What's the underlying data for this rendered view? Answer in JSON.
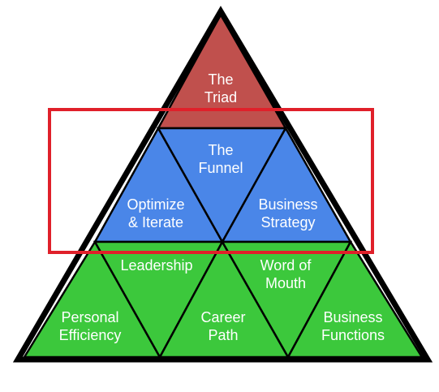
{
  "colors": {
    "top": "#c0504d",
    "middle": "#4a86e8",
    "bottom": "#3cc83c",
    "outline": "#000000",
    "highlight": "#e0202a"
  },
  "tiers": {
    "top": {
      "lines": [
        "The",
        "Triad"
      ]
    },
    "middle": {
      "center": {
        "lines": [
          "The",
          "Funnel"
        ]
      },
      "left": {
        "lines": [
          "Optimize",
          "& Iterate"
        ]
      },
      "right": {
        "lines": [
          "Business",
          "Strategy"
        ]
      }
    },
    "bottom": {
      "inv_left": {
        "lines": [
          "Leadership"
        ]
      },
      "inv_right": {
        "lines": [
          "Word of",
          "Mouth"
        ]
      },
      "left": {
        "lines": [
          "Personal",
          "Efficiency"
        ]
      },
      "center": {
        "lines": [
          "Career",
          "Path"
        ]
      },
      "right": {
        "lines": [
          "Business",
          "Functions"
        ]
      }
    }
  }
}
